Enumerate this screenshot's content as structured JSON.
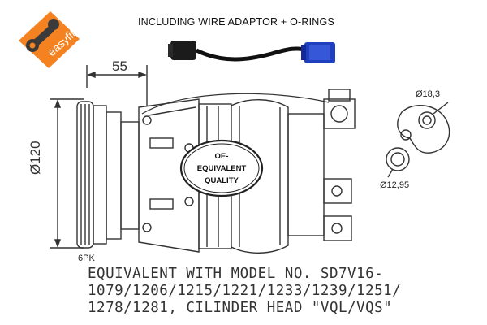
{
  "badge": {
    "text": "easyfit",
    "color": "#f58220"
  },
  "header": {
    "note": "INCLUDING WIRE ADAPTOR + O-RINGS"
  },
  "dimensions": {
    "width": "55",
    "diameter": "Ø120",
    "belt": "6PK",
    "oring_large": "Ø18,3",
    "oring_small": "Ø12,95"
  },
  "quality_stamp": {
    "line1": "OE-",
    "line2": "EQUIVALENT",
    "line3": "QUALITY"
  },
  "caption": {
    "line1": "EQUIVALENT WITH MODEL NO. SD7V16-",
    "line2": "1079/1206/1215/1221/1233/1239/1251/",
    "line3": "1278/1281, CILINDER HEAD \"VQL/VQS\""
  },
  "colors": {
    "line": "#333333",
    "connector": "#1f3fbf",
    "cable": "#111111"
  }
}
